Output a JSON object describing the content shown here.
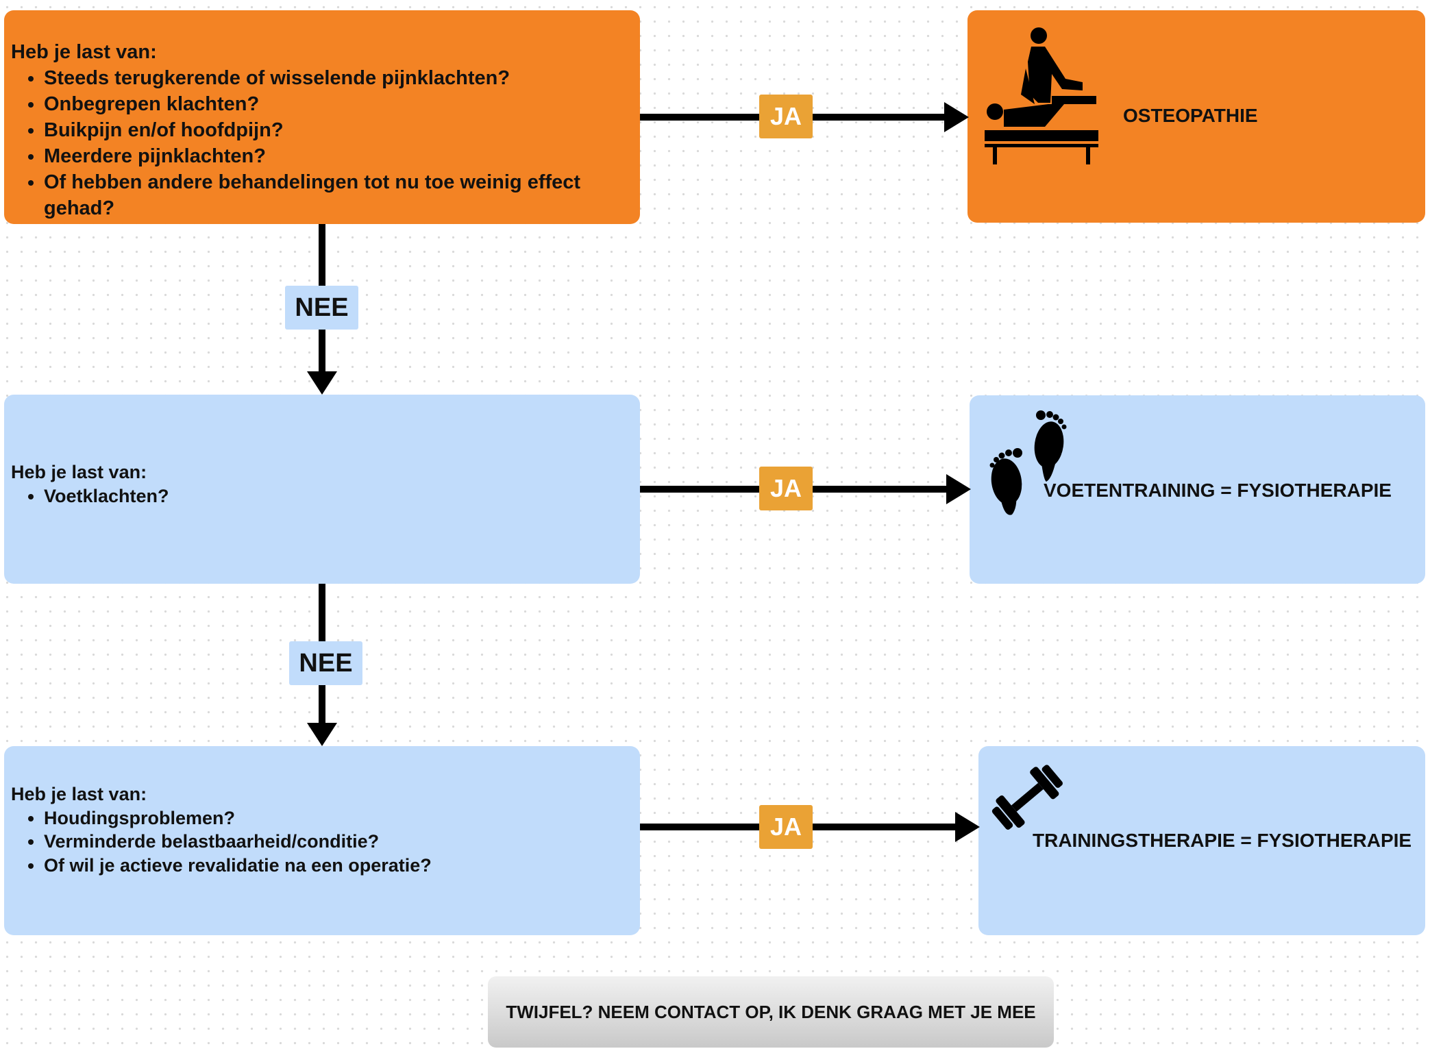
{
  "question_1": {
    "intro": "Heb je last van:",
    "items": [
      "Steeds terugkerende of wisselende pijnklachten?",
      "Onbegrepen klachten?",
      "Buikpijn en/of hoofdpijn?",
      "Meerdere pijnklachten?",
      "Of hebben andere behandelingen tot nu toe weinig effect gehad?"
    ]
  },
  "question_2": {
    "intro": "Heb je last van:",
    "items": [
      "Voetklachten?"
    ]
  },
  "question_3": {
    "intro": "Heb je last van:",
    "items": [
      "Houdingsproblemen?",
      "Verminderde belastbaarheid/conditie?",
      "Of wil je actieve revalidatie na een operatie?"
    ]
  },
  "results": {
    "result_1": "OSTEOPATHIE",
    "result_2": "VOETENTRAINING = FYSIOTHERAPIE",
    "result_3": "TRAININGSTHERAPIE = FYSIOTHERAPIE"
  },
  "edges": {
    "yes": "JA",
    "no": "NEE"
  },
  "icons": {
    "result_1": "massage-therapist-icon",
    "result_2": "footprints-icon",
    "result_3": "dumbbell-icon"
  },
  "footer": {
    "contact": "TWIJFEL? NEEM CONTACT OP, IK DENK GRAAG MET JE MEE"
  },
  "colors": {
    "orange": "#f38324",
    "blue": "#c1dcfb",
    "ja_tag": "#eaa235"
  }
}
